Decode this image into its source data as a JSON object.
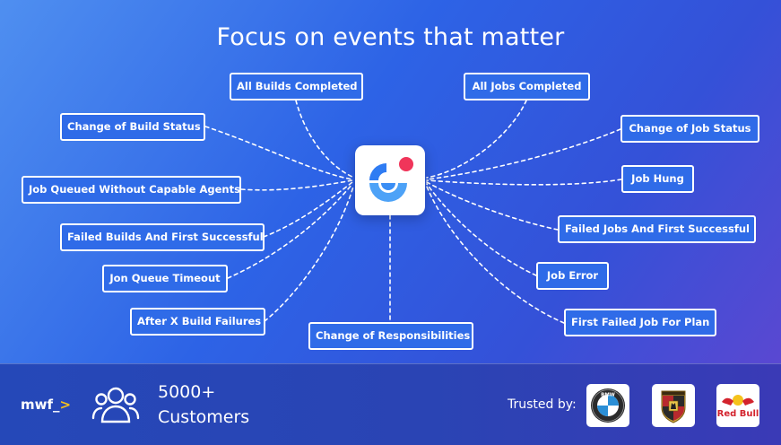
{
  "title": "Focus on events that matter",
  "events_left": [
    "Change of Build Status",
    "Job Queued Without Capable Agents",
    "Failed Builds And First Successful",
    "Jon Queue Timeout",
    "After X Build Failures"
  ],
  "events_top": [
    "All Builds Completed",
    "All Jobs Completed"
  ],
  "event_bottom": "Change of Responsibilities",
  "events_right": [
    "Change of Job Status",
    "Job Hung",
    "Failed Jobs And First Successful",
    "Job Error",
    "First Failed Job For Plan"
  ],
  "footer": {
    "brand": "mwf_",
    "brand_accent": ">",
    "customers_count": "5000+",
    "customers_label": "Customers",
    "trusted_by": "Trusted by:",
    "logos": [
      {
        "icon": "bmw-logo",
        "text": "BMW"
      },
      {
        "icon": "porsche-logo",
        "text": ""
      },
      {
        "icon": "redbull-logo",
        "text": "Red Bull"
      }
    ]
  },
  "colors": {
    "accent_yellow": "#f5c21b",
    "hub_blue": "#2f7cf3",
    "hub_light_blue": "#4da2f7",
    "hub_red": "#f0355a",
    "box_fill": "#2f6be8"
  }
}
